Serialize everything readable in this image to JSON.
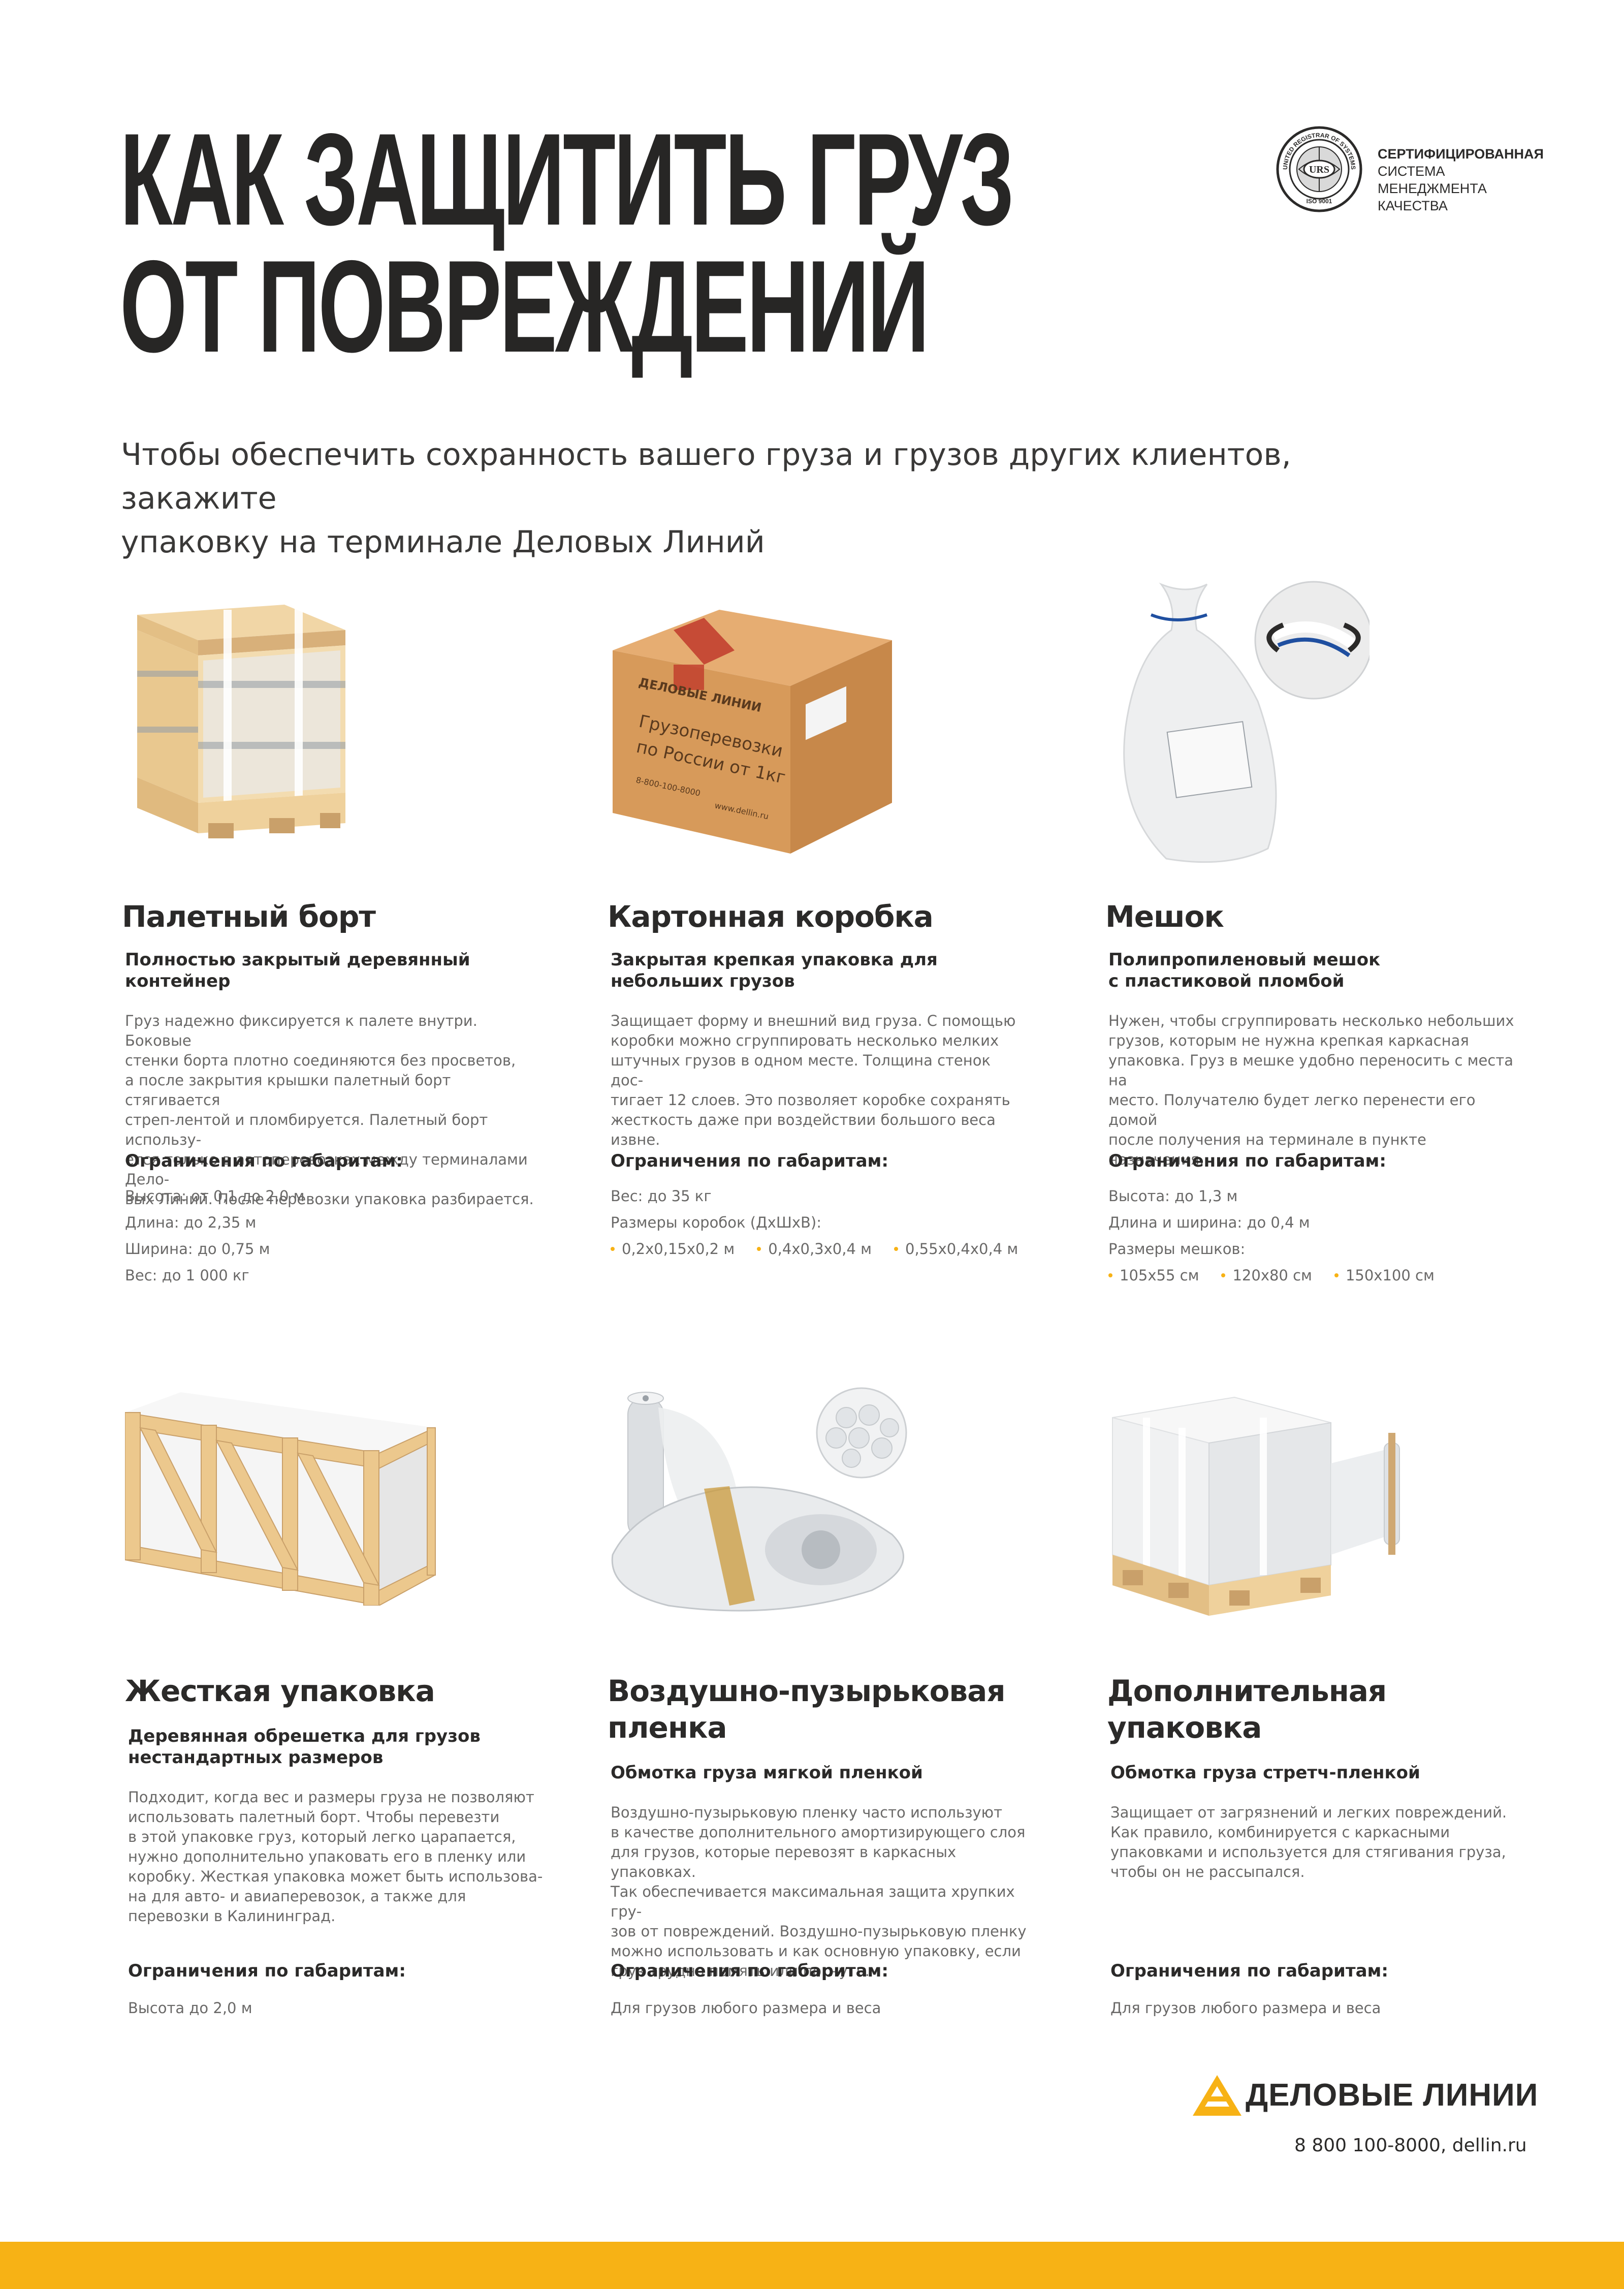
{
  "title": {
    "line1": "КАК ЗАЩИТИТЬ ГРУЗ",
    "line2": "ОТ ПОВРЕЖДЕНИЙ"
  },
  "certification": {
    "line1": "СЕРТИФИЦИРОВАННАЯ",
    "line2": "СИСТЕМА МЕНЕДЖМЕНТА",
    "line3": "КАЧЕСТВА",
    "seal_text": "UNITED REGISTRAR OF SYSTEMS · ISO 9001 · URS"
  },
  "subtitle": {
    "line1": "Чтобы обеспечить сохранность вашего груза и грузов других клиентов, закажите",
    "line2": "упаковку на терминале Деловых Линий"
  },
  "box_print": {
    "brand": "ДЕЛОВЫЕ ЛИНИИ",
    "line1": "Грузоперевозки",
    "line2": "по России от 1кг",
    "phone": "8-800-100-8000",
    "site": "www.dellin.ru"
  },
  "cards": [
    {
      "title": "Палетный борт",
      "subtitle_lines": [
        "Полностью закрытый деревянный",
        "контейнер"
      ],
      "desc_lines": [
        "Груз надежно фиксируется к палете внутри. Боковые",
        "стенки борта плотно соединяются без просветов,",
        "а после закрытия крышки палетный борт стягивается",
        "стреп-лентой и пломбируется. Палетный борт использу-",
        "ется только в автоперевозках между терминалами Дело-",
        "вых Линий. После перевозки упаковка разбирается."
      ],
      "limits_title": "Ограничения по габаритам:",
      "limits": [
        "Высота: от 0,1 до 2,0 м",
        "Длина: до 2,35 м",
        "Ширина: до 0,75 м",
        "Вес: до 1 000 кг"
      ]
    },
    {
      "title": "Картонная коробка",
      "subtitle_lines": [
        "Закрытая крепкая упаковка для",
        "небольших грузов"
      ],
      "desc_lines": [
        "Защищает форму и внешний вид груза. С помощью",
        "коробки можно сгруппировать несколько мелких",
        "штучных грузов в одном месте. Толщина стенок дос-",
        "тигает 12 слоев. Это позволяет коробке сохранять",
        "жесткость даже при воздействии большого веса",
        "извне."
      ],
      "limits_title": "Ограничения по габаритам:",
      "limits": [
        "Вес: до 35 кг",
        "Размеры коробок (ДхШхВ):"
      ],
      "dots": [
        "0,2х0,15х0,2 м",
        "0,4х0,3х0,4 м",
        "0,55х0,4х0,4 м"
      ]
    },
    {
      "title": "Мешок",
      "subtitle_lines": [
        "Полипропиленовый мешок",
        "с пластиковой пломбой"
      ],
      "desc_lines": [
        "Нужен, чтобы сгруппировать несколько небольших",
        "грузов, которым не нужна крепкая каркасная",
        "упаковка. Груз в мешке удобно переносить с места на",
        "место. Получателю будет легко перенести его домой",
        "после получения на терминале в пункте назначения."
      ],
      "limits_title": "Ограничения по габаритам:",
      "limits": [
        "Высота: до 1,3 м",
        "Длина и ширина: до 0,4 м",
        "Размеры мешков:"
      ],
      "dots": [
        "105х55 см",
        "120х80 см",
        "150х100 см"
      ]
    },
    {
      "title": "Жесткая упаковка",
      "subtitle_lines": [
        "Деревянная обрешетка для грузов",
        "нестандартных размеров"
      ],
      "desc_lines": [
        "Подходит, когда вес и размеры груза не позволяют",
        "использовать палетный борт. Чтобы перевезти",
        "в этой упаковке груз, который легко царапается,",
        "нужно дополнительно упаковать его в пленку или",
        "коробку. Жесткая упаковка может быть использова-",
        "на для авто- и авиаперевозок, а также для",
        "перевозки в Калининград."
      ],
      "limits_title": "Ограничения по габаритам:",
      "limits": [
        "Высота до 2,0 м"
      ]
    },
    {
      "title_lines": [
        "Воздушно-пузырьковая",
        "пленка"
      ],
      "subtitle_lines": [
        "Обмотка груза мягкой пленкой"
      ],
      "desc_lines": [
        "Воздушно-пузырьковую пленку часто используют",
        "в качестве дополнительного амортизирующего слоя",
        "для грузов, которые перевозят в каркасных упаковках.",
        "Так обеспечивается максимальная защита хрупких гру-",
        "зов от повреждений. Воздушно-пузырьковую пленку",
        "можно использовать и как основную упаковку, если",
        "груз трудно помять или погнуть."
      ],
      "limits_title": "Ограничения по габаритам:",
      "limits": [
        "Для грузов любого размера и веса"
      ]
    },
    {
      "title_lines": [
        "Дополнительная",
        "упаковка"
      ],
      "subtitle_lines": [
        "Обмотка груза стретч-пленкой"
      ],
      "desc_lines": [
        "Защищает от загрязнений и легких повреждений.",
        "Как правило, комбинируется с каркасными",
        "упаковками и используется для стягивания груза,",
        "чтобы он не рассыпался."
      ],
      "limits_title": "Ограничения по габаритам:",
      "limits": [
        "Для грузов любого размера и веса"
      ]
    }
  ],
  "footer": {
    "logo_text": "ДЕЛОВЫЕ ЛИНИИ",
    "contact": "8 800 100-8000, dellin.ru"
  },
  "colors": {
    "accent": "#f7b215",
    "text": "#2b2a29",
    "muted": "#6a6968",
    "wood": "#e8c48e",
    "cardboard": "#d9a066"
  }
}
